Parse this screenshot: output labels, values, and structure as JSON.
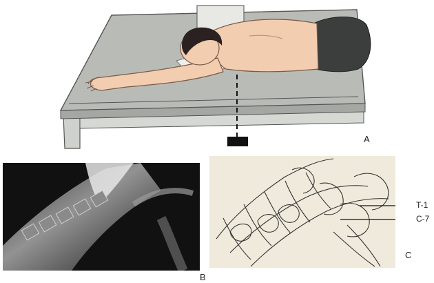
{
  "panels": {
    "a": {
      "label": "A"
    },
    "b": {
      "label": "B"
    },
    "c": {
      "label": "C"
    }
  },
  "annotations": {
    "t1": "T-1",
    "c7": "C-7"
  },
  "colors": {
    "table_top": "#b9bcb6",
    "skin": "#f3cdb0",
    "hair": "#2b2120",
    "pants": "#3c3d3d",
    "xray_dark": "#111111",
    "tracing_paper": "#efeadb"
  }
}
